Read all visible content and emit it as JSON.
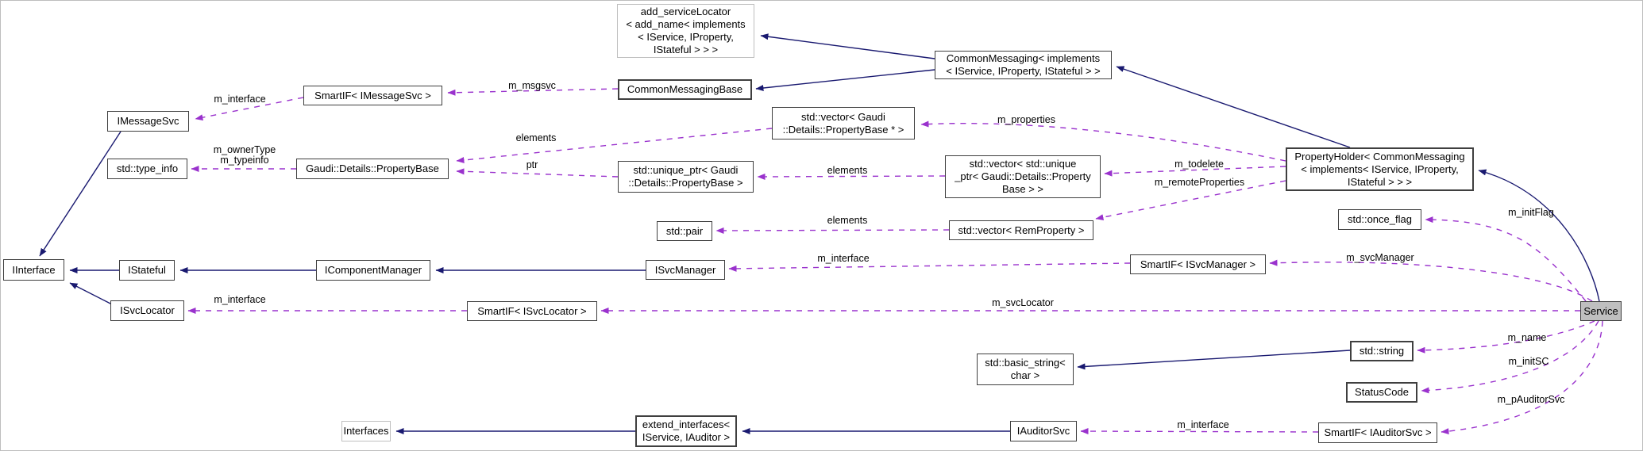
{
  "diagram": {
    "type": "class-collaboration-graph",
    "colors": {
      "inheritance_edge": "#191970",
      "usage_edge": "#9a32cd",
      "node_border": "#3f3f3f",
      "template_helper_border": "#bfbfbf",
      "selected_node_fill": "#bfbfbf",
      "background": "#ffffff"
    },
    "nodes": {
      "add_service_locator": {
        "label": "add_serviceLocator\n< add_name< implements\n< IService, IProperty,\nIStateful > > >"
      },
      "common_messaging": {
        "label": "CommonMessaging< implements\n< IService, IProperty, IStateful > >"
      },
      "smartif_imessagesvc": {
        "label": "SmartIF< IMessageSvc >"
      },
      "common_messaging_base": {
        "label": "CommonMessagingBase"
      },
      "imessagesvc": {
        "label": "IMessageSvc"
      },
      "vector_propertybase": {
        "label": "std::vector< Gaudi\n::Details::PropertyBase * >"
      },
      "type_info": {
        "label": "std::type_info"
      },
      "gaudi_propertybase": {
        "label": "Gaudi::Details::PropertyBase"
      },
      "unique_ptr_propertybase": {
        "label": "std::unique_ptr< Gaudi\n::Details::PropertyBase >"
      },
      "vector_unique_ptr": {
        "label": "std::vector< std::unique\n_ptr< Gaudi::Details::Property\nBase > >"
      },
      "property_holder": {
        "label": "PropertyHolder< CommonMessaging\n< implements< IService, IProperty,\nIStateful > > >"
      },
      "once_flag": {
        "label": "std::once_flag"
      },
      "std_pair": {
        "label": "std::pair"
      },
      "vector_remproperty": {
        "label": "std::vector< RemProperty >"
      },
      "iinterface": {
        "label": "IInterface"
      },
      "istateful": {
        "label": "IStateful"
      },
      "icomponentmanager": {
        "label": "IComponentManager"
      },
      "isvcmanager": {
        "label": "ISvcManager"
      },
      "smartif_isvcmanager": {
        "label": "SmartIF< ISvcManager >"
      },
      "isvclocator": {
        "label": "ISvcLocator"
      },
      "smartif_isvclocator": {
        "label": "SmartIF< ISvcLocator >"
      },
      "service": {
        "label": "Service"
      },
      "basic_string": {
        "label": "std::basic_string<\nchar >"
      },
      "std_string": {
        "label": "std::string"
      },
      "statuscode": {
        "label": "StatusCode"
      },
      "interfaces": {
        "label": "Interfaces"
      },
      "extend_interfaces": {
        "label": "extend_interfaces<\nIService, IAuditor >"
      },
      "iauditorsvc": {
        "label": "IAuditorSvc"
      },
      "smartif_iauditorsvc": {
        "label": "SmartIF< IAuditorSvc >"
      }
    },
    "edge_labels": {
      "m_interface_msgsvc": "m_interface",
      "m_msgsvc": "m_msgsvc",
      "elements_properties": "elements",
      "m_properties": "m_properties",
      "m_ownertype_typeinfo": "m_ownerType\nm_typeinfo",
      "ptr": "ptr",
      "elements_unique": "elements",
      "m_todelete": "m_todelete",
      "m_remote_properties": "m_remoteProperties",
      "elements_rem": "elements",
      "m_initflag": "m_initFlag",
      "m_interface_svcmanager": "m_interface",
      "m_svcmanager": "m_svcManager",
      "m_interface_svclocator": "m_interface",
      "m_svclocator": "m_svcLocator",
      "m_name": "m_name",
      "m_initsc": "m_initSC",
      "m_pauditorsvc": "m_pAuditorSvc",
      "m_interface_auditorsvc": "m_interface"
    }
  }
}
